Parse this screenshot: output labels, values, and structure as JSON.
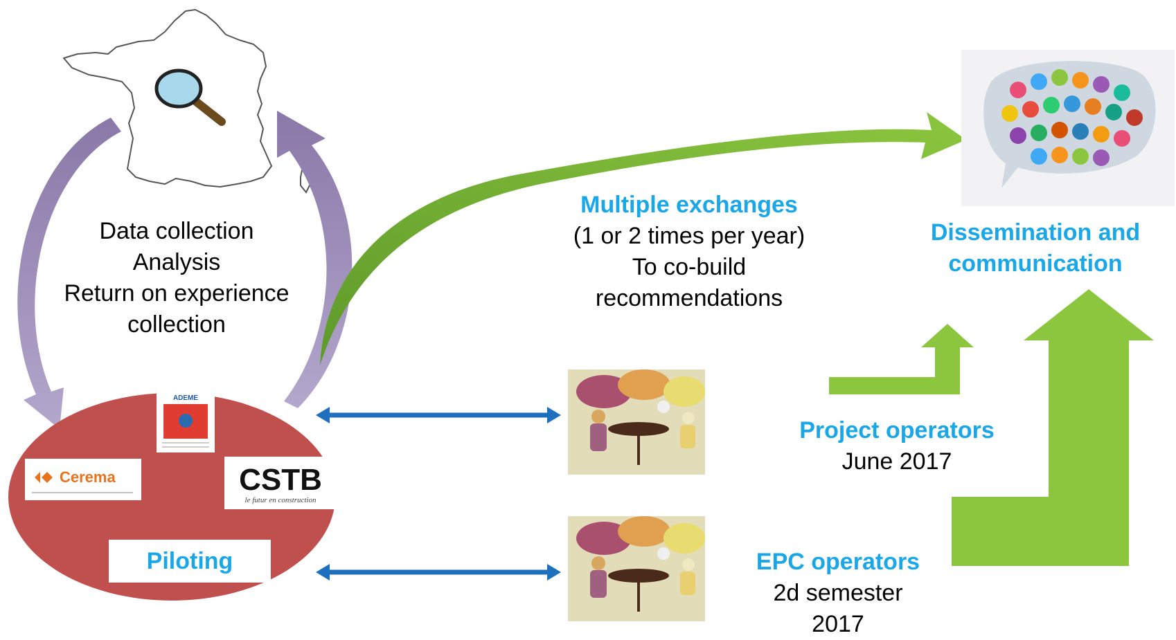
{
  "left": {
    "lines": [
      "Data collection",
      "Analysis",
      "Return on experience",
      "collection"
    ]
  },
  "center": {
    "title": "Multiple exchanges",
    "lines": [
      "(1 or 2 times per year)",
      "To co-build",
      "recommendations"
    ]
  },
  "dissemination": {
    "line1": "Dissemination and",
    "line2": "communication"
  },
  "project_operators": {
    "title": "Project operators",
    "date": "June 2017"
  },
  "epc_operators": {
    "title": "EPC operators",
    "line1": "2d semester",
    "line2": "2017"
  },
  "piloting": {
    "label": "Piloting",
    "logos": {
      "ademe": "ADEME",
      "cerema": "Cerema",
      "cstb": "CSTB",
      "cstb_tagline": "le futur en construction"
    }
  },
  "colors": {
    "ellipse": "#c0504d",
    "purple_arrow": "#9a88b8",
    "green_arrow": "#8cc63f",
    "blue_arrow": "#1f6fbf",
    "blue_text": "#1aa7e8"
  }
}
